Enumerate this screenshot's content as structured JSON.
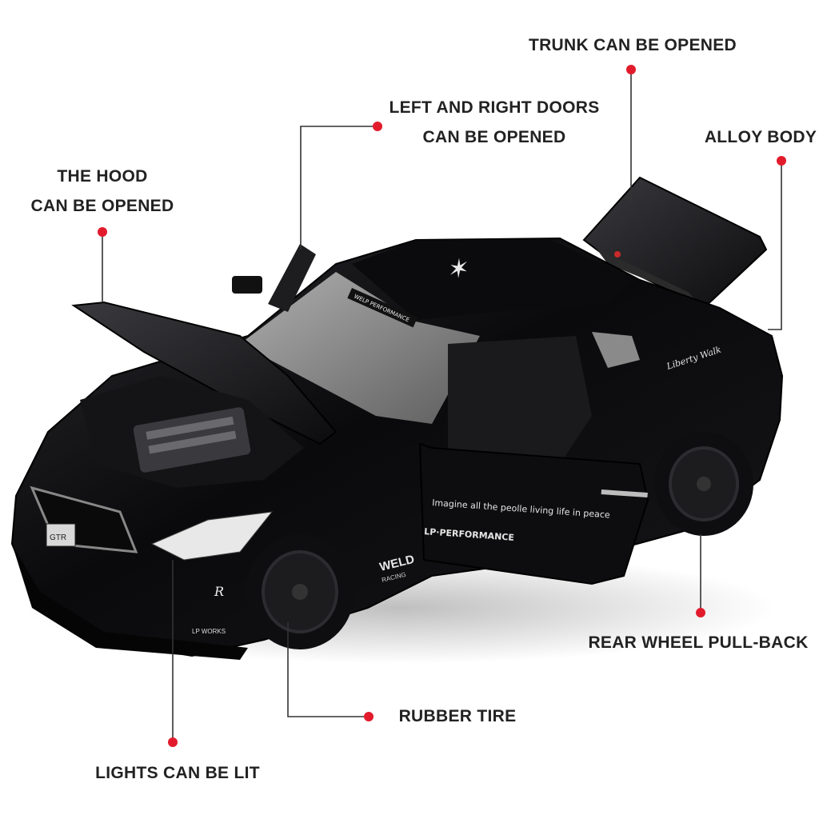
{
  "colors": {
    "accent_dot": "#e21b2c",
    "leader_line": "#333333",
    "car_body": "#0c0c0e"
  },
  "callouts": {
    "trunk": {
      "line1": "TRUNK CAN BE OPENED"
    },
    "doors": {
      "line1": "LEFT AND RIGHT DOORS",
      "line2": "CAN BE OPENED"
    },
    "alloy": {
      "line1": "ALLOY BODY"
    },
    "hood": {
      "line1": "THE HOOD",
      "line2": "CAN BE OPENED"
    },
    "rear_wheel": {
      "line1": "REAR WHEEL PULL-BACK"
    },
    "rubber_tire": {
      "line1": "RUBBER TIRE"
    },
    "lights": {
      "line1": "LIGHTS CAN BE LIT"
    }
  },
  "decals": {
    "door_slogan": "Imagine all the peolle living life in peace",
    "door_brand": "LP·PERFORMANCE",
    "windshield_banner": "WELP PERFORMANCE",
    "fender_brand": "WELD",
    "fender_sub": "RACING",
    "quarter_script": "Liberty Walk",
    "plate": "GTR",
    "bumper_tag": "LP WORKS",
    "fender_r": "R"
  },
  "icons": {
    "marker": "red-dot-icon"
  }
}
